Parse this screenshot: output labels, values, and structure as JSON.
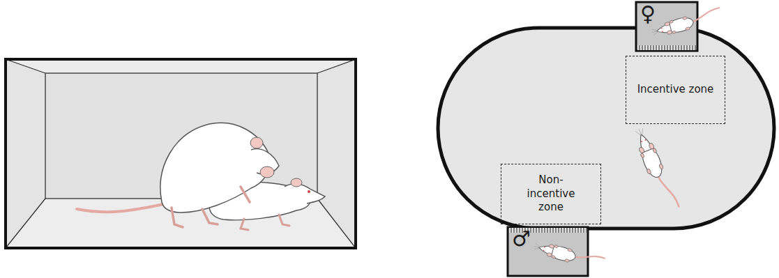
{
  "diagram": {
    "nodes": [
      {
        "text": [
          "♀"
        ]
      },
      {
        "text": [
          "Incentive zone"
        ]
      },
      {
        "text": [
          "Non-incentive zone"
        ]
      },
      {
        "text": [
          "♂"
        ]
      }
    ]
  }
}
